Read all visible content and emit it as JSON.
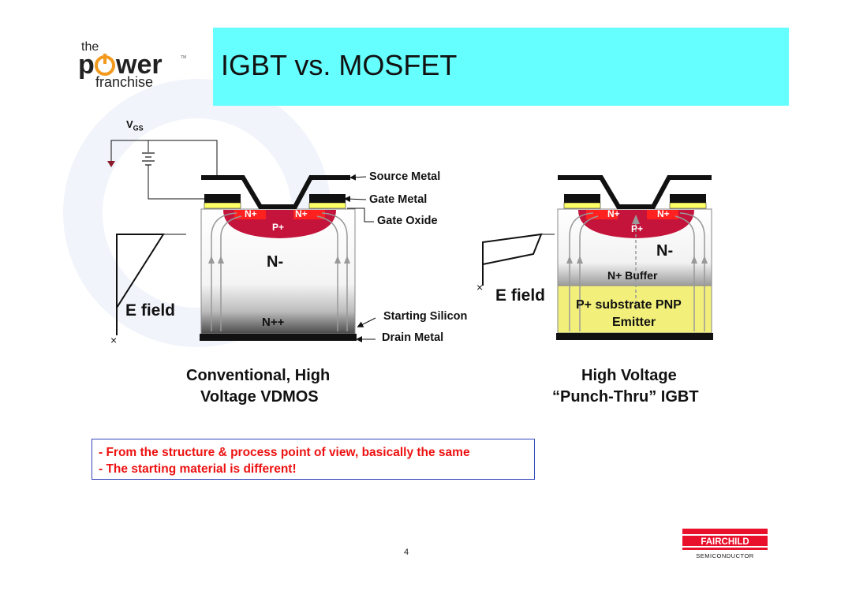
{
  "slide": {
    "title": "IGBT vs. MOSFET",
    "page_number": "4"
  },
  "logo": {
    "line1": "the",
    "line2a": "p",
    "line2b": "wer",
    "line3": "franchise",
    "tm": "TM"
  },
  "fairchild": {
    "name": "FAIRCHILD",
    "sub": "SEMICONDUCTOR"
  },
  "left_diagram": {
    "vgs_label": "V",
    "vgs_sub": "GS",
    "source_metal": "Source Metal",
    "gate_metal": "Gate Metal",
    "gate_oxide": "Gate Oxide",
    "starting_silicon": "Starting Silicon",
    "drain_metal": "Drain Metal",
    "n_plus_left": "N+",
    "n_plus_right": "N+",
    "p_plus": "P+",
    "n_minus": "N-",
    "n_plusplus": "N++",
    "e_field": "E field",
    "x_mark": "×",
    "caption_line1": "Conventional, High",
    "caption_line2": "Voltage VDMOS"
  },
  "right_diagram": {
    "n_plus_left": "N+",
    "n_plus_right": "N+",
    "p_plus": "P+",
    "n_minus": "N-",
    "n_buffer": "N+ Buffer",
    "substrate_line1": "P+ substrate PNP",
    "substrate_line2": "Emitter",
    "e_field": "E field",
    "x_mark": "×",
    "caption_line1": "High Voltage",
    "caption_line2": "“Punch-Thru” IGBT"
  },
  "bullets": [
    "- From the structure & process point of view, basically the same",
    "- The starting material is different!"
  ],
  "colors": {
    "title_bar": "#66ffff",
    "p_region": "#c4143c",
    "n_plus_region": "#ff2020",
    "gate_oxide": "#ffff66",
    "substrate": "#f2f07a",
    "bullet_text": "#ee1111",
    "fairchild_red": "#e8102a"
  }
}
